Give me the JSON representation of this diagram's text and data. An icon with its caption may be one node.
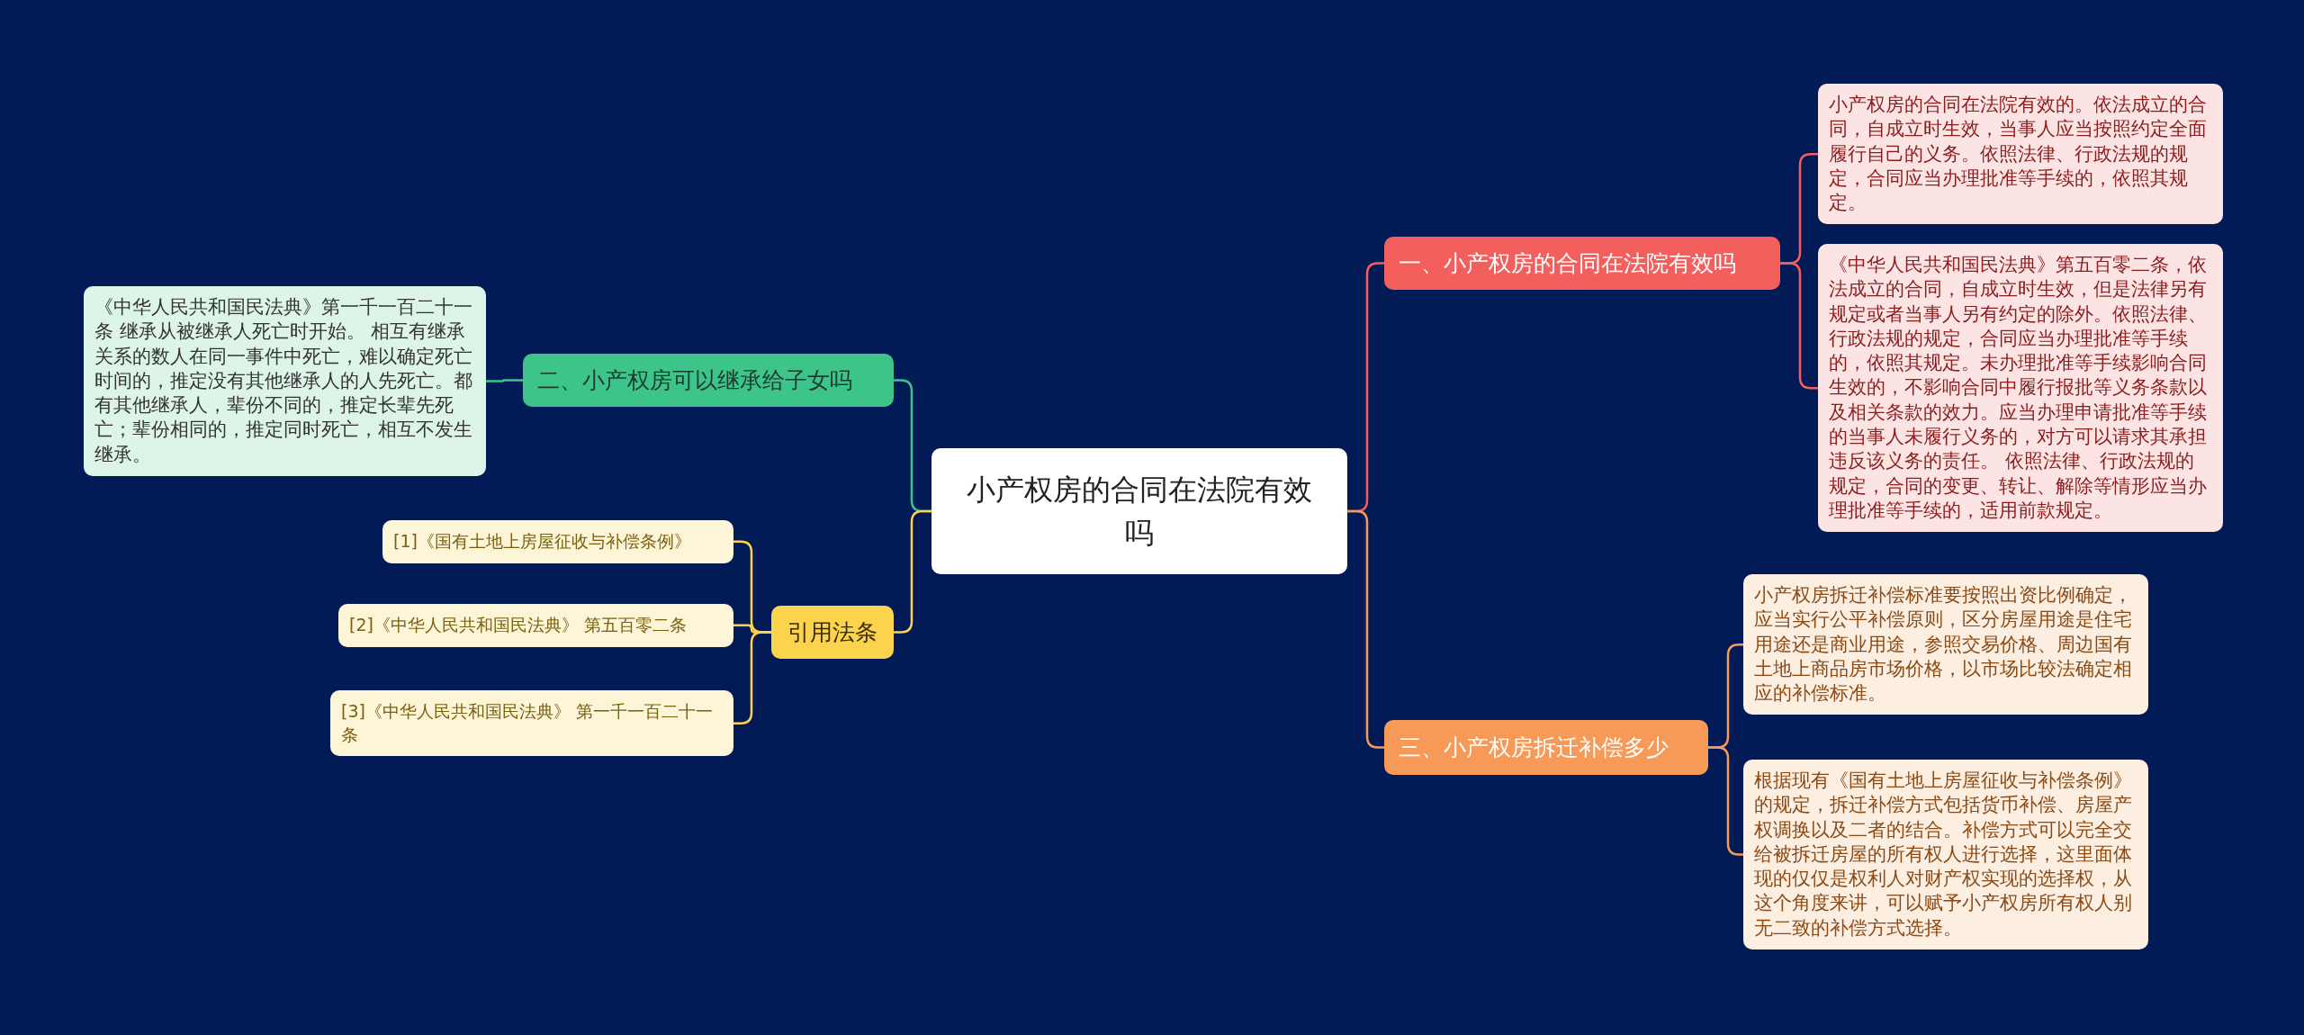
{
  "diagram": {
    "nodes": [
      {
        "text": [
          "小产权房的合同在法院有效吗"
        ]
      },
      {
        "text": [
          "一、小产权房的合同在法院有效吗"
        ]
      },
      {
        "text": [
          "小产权房的合同在法院有效的。依法成立的合同，自成立时生效，当事人应当按照约定全面履行自己的义务。依照法律、行政法规的规定，合同应当办理批准等手续的，依照其规定。"
        ]
      },
      {
        "text": [
          "《中华人民共和国民法典》第五百零二条，依法成立的合同，自成立时生效，但是法律另有规定或者当事人另有约定的除外。依照法律、行政法规的规定，合同应当办理批准等手续的，依照其规定。未办理批准等手续影响合同生效的，不影响合同中履行报批等义务条款以及相关条款的效力。应当办理申请批准等手续的当事人未履行义务的，对方可以请求其承担违反该义务的责任。 依照法律、行政法规的规定，合同的变更、转让、解除等情形应当办理批准等手续的，适用前款规定。"
        ]
      },
      {
        "text": [
          "三、小产权房拆迁补偿多少"
        ]
      },
      {
        "text": [
          "小产权房拆迁补偿标准要按照出资比例确定，应当实行公平补偿原则，区分房屋用途是住宅用途还是商业用途，参照交易价格、周边国有土地上商品房市场价格，以市场比较法确定相应的补偿标准。"
        ]
      },
      {
        "text": [
          "根据现有《国有土地上房屋征收与补偿条例》的规定，拆迁补偿方式包括货币补偿、房屋产权调换以及二者的结合。补偿方式可以完全交给被拆迁房屋的所有权人进行选择，这里面体现的仅仅是权利人对财产权实现的选择权，从这个角度来讲，可以赋予小产权房所有权人别无二致的补偿方式选择。"
        ]
      },
      {
        "text": [
          "二、小产权房可以继承给子女吗"
        ]
      },
      {
        "text": [
          "《中华人民共和国民法典》第一千一百二十一条 继承从被继承人死亡时开始。 相互有继承关系的数人在同一事件中死亡，难以确定死亡时间的，推定没有其他继承人的人先死亡。都有其他继承人，辈份不同的，推定长辈先死亡；辈份相同的，推定同时死亡，相互不发生继承。"
        ]
      },
      {
        "text": [
          "引用法条"
        ]
      },
      {
        "text": [
          "[1]《国有土地上房屋征收与补偿条例》"
        ]
      },
      {
        "text": [
          "[2]《中华人民共和国民法典》 第五百零二条"
        ]
      },
      {
        "text": [
          "[3]《中华人民共和国民法典》 第一千一百二十一条"
        ]
      }
    ],
    "edges": [
      {
        "from": 0,
        "to": 1,
        "arrow": "none",
        "color": "#f25f5c"
      },
      {
        "from": 1,
        "to": 2,
        "arrow": "none",
        "color": "#f25f5c"
      },
      {
        "from": 1,
        "to": 3,
        "arrow": "none",
        "color": "#f25f5c"
      },
      {
        "from": 0,
        "to": 4,
        "arrow": "none",
        "color": "#f79a58"
      },
      {
        "from": 4,
        "to": 5,
        "arrow": "none",
        "color": "#f79a58"
      },
      {
        "from": 4,
        "to": 6,
        "arrow": "none",
        "color": "#f79a58"
      },
      {
        "from": 0,
        "to": 7,
        "arrow": "none",
        "color": "#3cc48a"
      },
      {
        "from": 7,
        "to": 8,
        "arrow": "none",
        "color": "#3cc48a"
      },
      {
        "from": 0,
        "to": 9,
        "arrow": "none",
        "color": "#fcd34d"
      },
      {
        "from": 9,
        "to": 10,
        "arrow": "none",
        "color": "#fcd34d"
      },
      {
        "from": 9,
        "to": 11,
        "arrow": "none",
        "color": "#fcd34d"
      },
      {
        "from": 9,
        "to": 12,
        "arrow": "none",
        "color": "#fcd34d"
      }
    ]
  }
}
